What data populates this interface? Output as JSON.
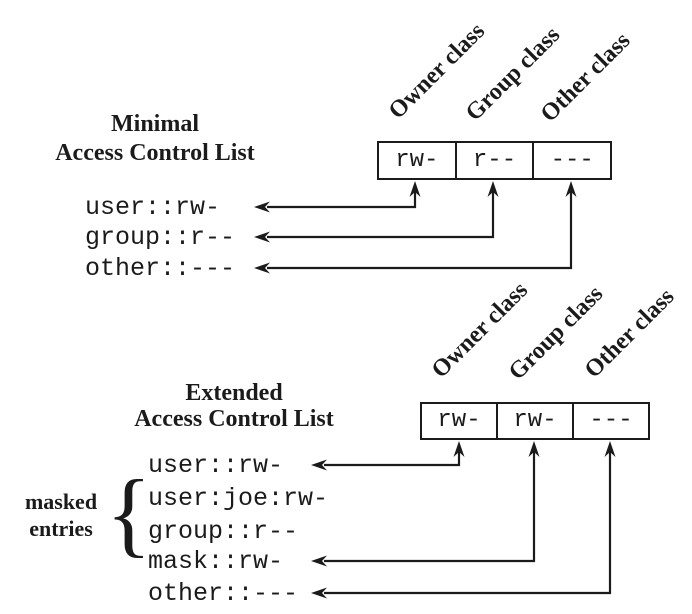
{
  "figure": {
    "minimal": {
      "title": [
        "Minimal",
        "Access Control List"
      ],
      "class_labels": [
        "Owner class",
        "Group class",
        "Other class"
      ],
      "permissions": [
        "rw-",
        "r--",
        "---"
      ],
      "entries": [
        "user::rw-",
        "group::r--",
        "other::---"
      ]
    },
    "extended": {
      "title": [
        "Extended",
        "Access Control List"
      ],
      "class_labels": [
        "Owner class",
        "Group class",
        "Other class"
      ],
      "permissions": [
        "rw-",
        "rw-",
        "---"
      ],
      "entries": [
        "user::rw-",
        "user:joe:rw-",
        "group::r--",
        "mask::rw-",
        "other::---"
      ],
      "masked_label": [
        "masked",
        "entries"
      ],
      "brace": "{"
    },
    "colors": {
      "ink": "#1b1b1b",
      "background": "#ffffff"
    }
  }
}
